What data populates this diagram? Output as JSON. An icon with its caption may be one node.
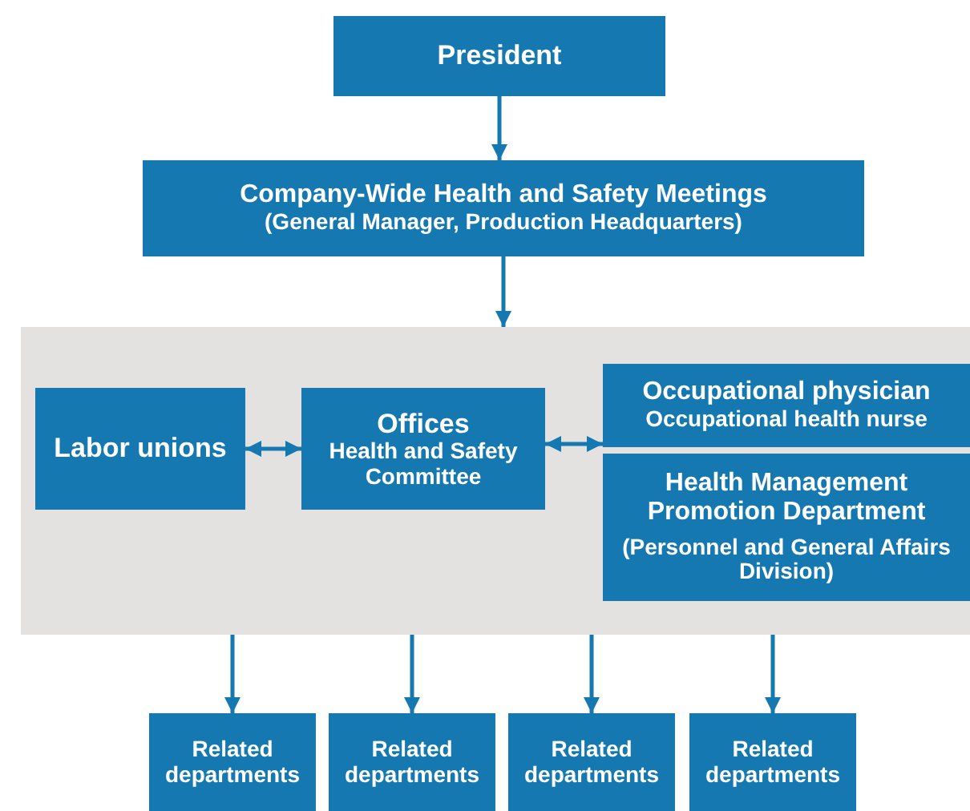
{
  "diagram": {
    "nodes": [
      {
        "text": [
          "President"
        ]
      },
      {
        "text": [
          "Company-Wide Health and Safety Meetings",
          "(General Manager, Production Headquarters)"
        ]
      },
      {
        "text": [],
        "shape": "box"
      },
      {
        "text": [
          "Labor unions"
        ],
        "in": 2
      },
      {
        "text": [
          "Offices",
          "Health and Safety Committee"
        ],
        "in": 2
      },
      {
        "text": [
          "Occupational physician",
          "Occupational health nurse"
        ],
        "in": 2
      },
      {
        "text": [
          "Health Management Promotion Department",
          "(Personnel and General Affairs Division)"
        ],
        "in": 2
      },
      {
        "text": [
          "Related departments"
        ]
      },
      {
        "text": [
          "Related departments"
        ]
      },
      {
        "text": [
          "Related departments"
        ]
      },
      {
        "text": [
          "Related departments"
        ]
      }
    ],
    "edges": [
      {
        "from": 0,
        "to": 1,
        "arrow": "to"
      },
      {
        "from": 1,
        "to": 2,
        "arrow": "to"
      },
      {
        "from": 3,
        "to": 4,
        "arrow": "both"
      },
      {
        "from": 4,
        "to": 5,
        "arrow": "both"
      },
      {
        "from": 2,
        "to": 7,
        "arrow": "to"
      },
      {
        "from": 2,
        "to": 8,
        "arrow": "to"
      },
      {
        "from": 2,
        "to": 9,
        "arrow": "to"
      },
      {
        "from": 2,
        "to": 10,
        "arrow": "to"
      }
    ]
  }
}
